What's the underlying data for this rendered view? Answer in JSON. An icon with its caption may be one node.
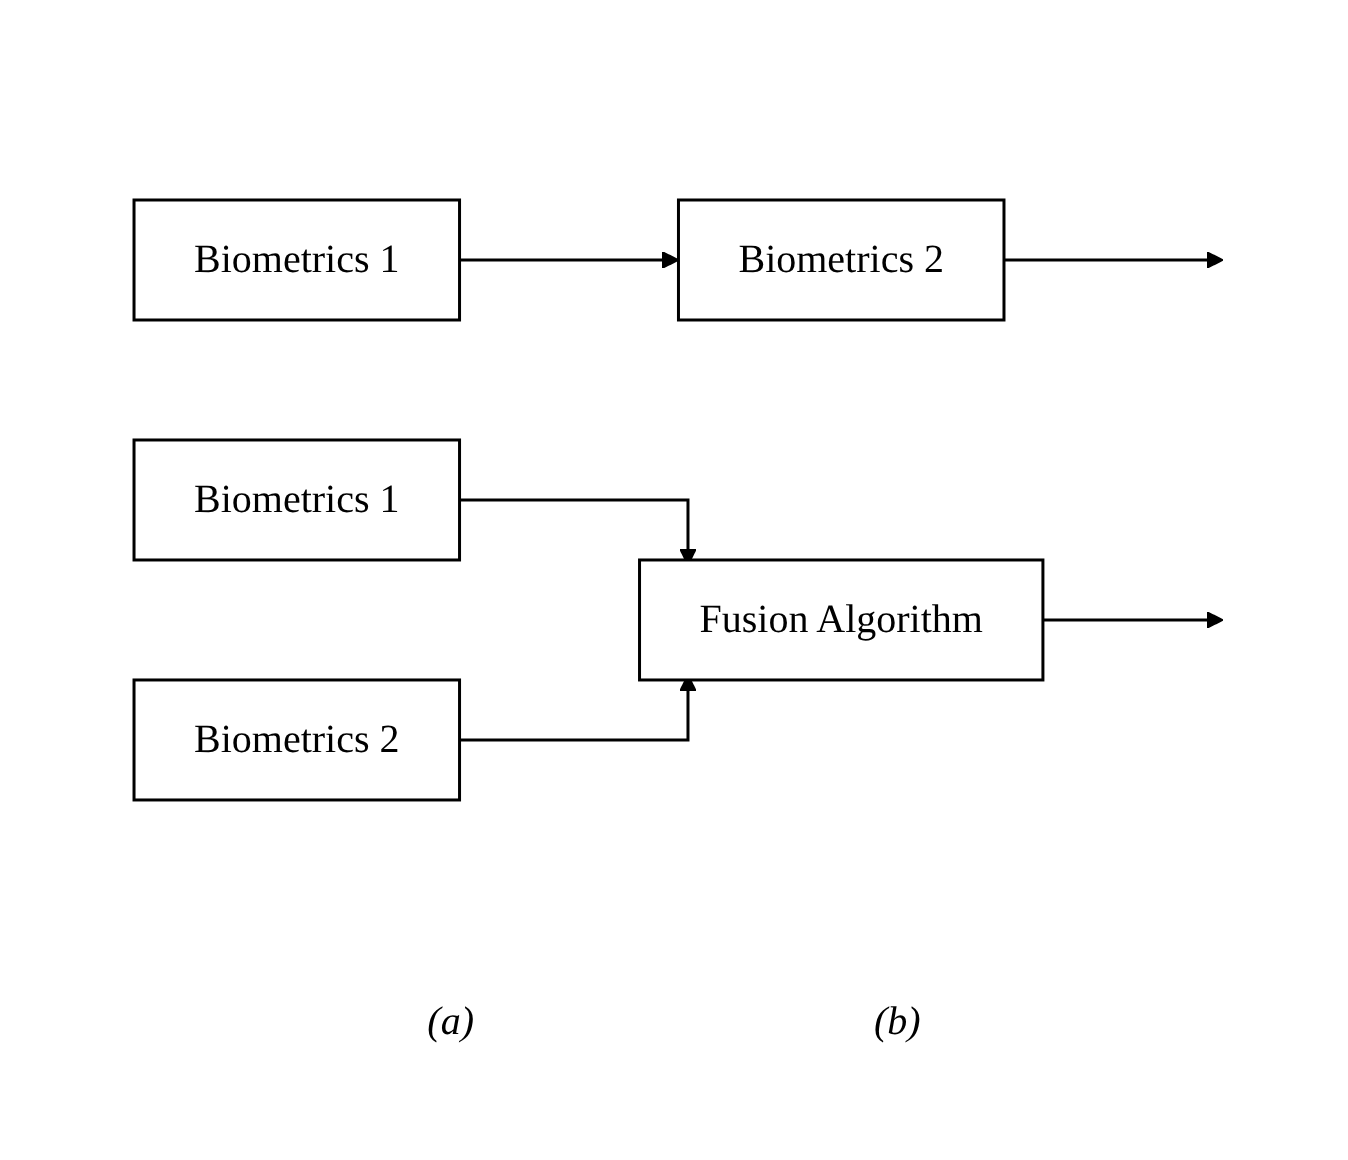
{
  "diagram": {
    "nodes": [
      {
        "text": [
          "Biometrics 1"
        ]
      },
      {
        "text": [
          "Biometrics 2"
        ]
      },
      {
        "text": [
          "Biometrics 1"
        ]
      },
      {
        "text": [
          "Biometrics 2"
        ]
      },
      {
        "text": [
          "Fusion Algorithm"
        ]
      }
    ],
    "edges": [
      {
        "from": 0,
        "to": 1,
        "arrow": "to"
      },
      {
        "from": 1,
        "to": null,
        "arrow": "to"
      },
      {
        "from": 2,
        "to": 4,
        "arrow": "to"
      },
      {
        "from": 3,
        "to": 4,
        "arrow": "to"
      },
      {
        "from": 4,
        "to": null,
        "arrow": "to"
      }
    ],
    "labels": [
      "(a)",
      "(b)"
    ]
  }
}
